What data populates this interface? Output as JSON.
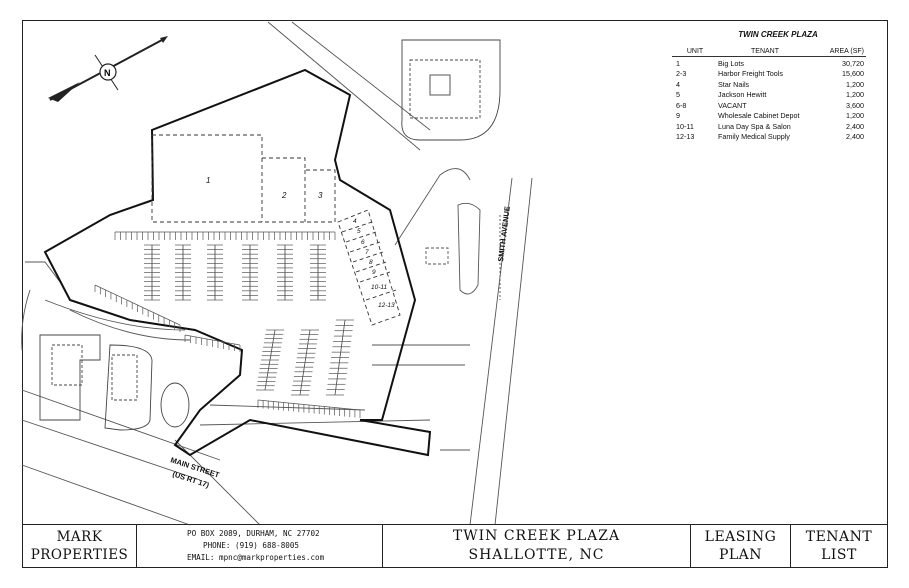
{
  "tenant_table": {
    "title": "TWIN CREEK PLAZA",
    "headers": {
      "unit": "UNIT",
      "tenant": "TENANT",
      "area": "AREA (SF)"
    },
    "rows": [
      {
        "unit": "1",
        "tenant": "Big Lots",
        "area": "30,720"
      },
      {
        "unit": "2-3",
        "tenant": "Harbor Freight Tools",
        "area": "15,600"
      },
      {
        "unit": "4",
        "tenant": "Star Nails",
        "area": "1,200"
      },
      {
        "unit": "5",
        "tenant": "Jackson Hewitt",
        "area": "1,200"
      },
      {
        "unit": "6-8",
        "tenant": "VACANT",
        "area": "3,600"
      },
      {
        "unit": "9",
        "tenant": "Wholesale Cabinet Depot",
        "area": "1,200"
      },
      {
        "unit": "10-11",
        "tenant": "Luna Day Spa & Salon",
        "area": "2,400"
      },
      {
        "unit": "12-13",
        "tenant": "Family Medical Supply",
        "area": "2,400"
      }
    ]
  },
  "plan_labels": {
    "unit_1": "1",
    "unit_2": "2",
    "unit_3": "3",
    "unit_4": "4",
    "unit_5": "5",
    "unit_6": "6",
    "unit_7": "7",
    "unit_8": "8",
    "unit_9": "9",
    "unit_10_11": "10-11",
    "unit_12_13": "12-13",
    "smith_avenue": "SMITH AVENUE",
    "main_street": "MAIN STREET",
    "route": "(US RT 17)",
    "compass": "N"
  },
  "title_block": {
    "company_line1": "MARK",
    "company_line2": "PROPERTIES",
    "address": "PO BOX 2089, DURHAM, NC 27702",
    "phone": "PHONE: (919) 688-8005",
    "email": "EMAIL: mpnc@markproperties.com",
    "project_line1": "TWIN CREEK PLAZA",
    "project_line2": "SHALLOTTE, NC",
    "plan_line1": "LEASING",
    "plan_line2": "PLAN",
    "list_line1": "TENANT",
    "list_line2": "LIST"
  }
}
